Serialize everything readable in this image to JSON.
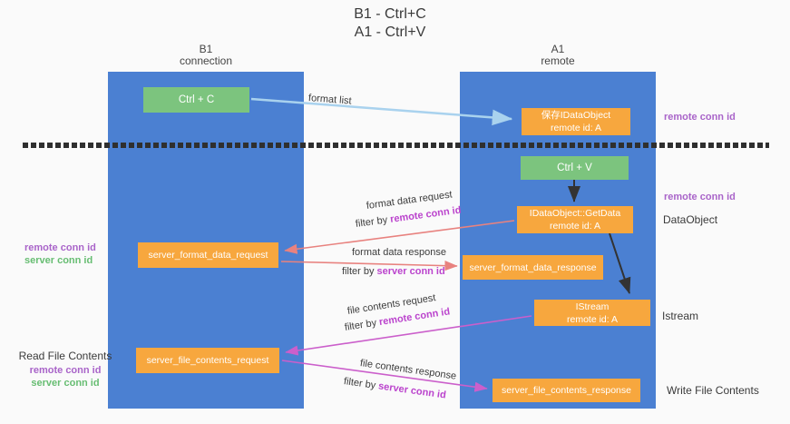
{
  "title": {
    "line1": "B1 - Ctrl+C",
    "line2": "A1 - Ctrl+V"
  },
  "columns": {
    "left": {
      "name": "B1",
      "role": "connection"
    },
    "right": {
      "name": "A1",
      "role": "remote"
    }
  },
  "nodes": {
    "ctrl_c": "Ctrl + C",
    "ctrl_v": "Ctrl + V",
    "save_dataobject_line1": "保存IDataObject",
    "save_dataobject_line2": "remote id: A",
    "getdata_line1": "IDataObject::GetData",
    "getdata_line2": "remote id: A",
    "istream_line1": "IStream",
    "istream_line2": "remote id: A",
    "server_format_data_request": "server_format_data_request",
    "server_format_data_response": "server_format_data_response",
    "server_file_contents_request": "server_file_contents_request",
    "server_file_contents_response": "server_file_contents_response"
  },
  "side_labels": {
    "right_remote_conn_id_top": "remote conn id",
    "right_remote_conn_id_mid": "remote conn id",
    "dataobject": "DataObject",
    "istream": "Istream",
    "write_file_contents": "Write File Contents",
    "left_remote_conn_id_mid": "remote conn id",
    "left_server_conn_id_mid": "server conn id",
    "read_file_contents": "Read File Contents",
    "left_remote_conn_id_bottom": "remote conn id",
    "left_server_conn_id_bottom": "server conn id"
  },
  "arrow_labels": {
    "format_list": "format list",
    "format_data_request": "format data request",
    "format_data_response": "format data response",
    "file_contents_request": "file contents request",
    "file_contents_response": "file contents response",
    "filter_by": "filter by ",
    "remote_conn_id": "remote conn id",
    "server_conn_id": "server conn id"
  },
  "colors": {
    "column_blue": "#4b80d2",
    "node_orange": "#f7a73e",
    "node_green": "#7cc47e",
    "arrow_blue": "#a9d2ee",
    "arrow_salmon": "#e8827f",
    "arrow_magenta": "#cb5fcb",
    "arrow_black": "#333333",
    "side_label_purple": "#a964c9",
    "side_label_green": "#67bd72",
    "filter_magenta": "#bb44cd"
  }
}
